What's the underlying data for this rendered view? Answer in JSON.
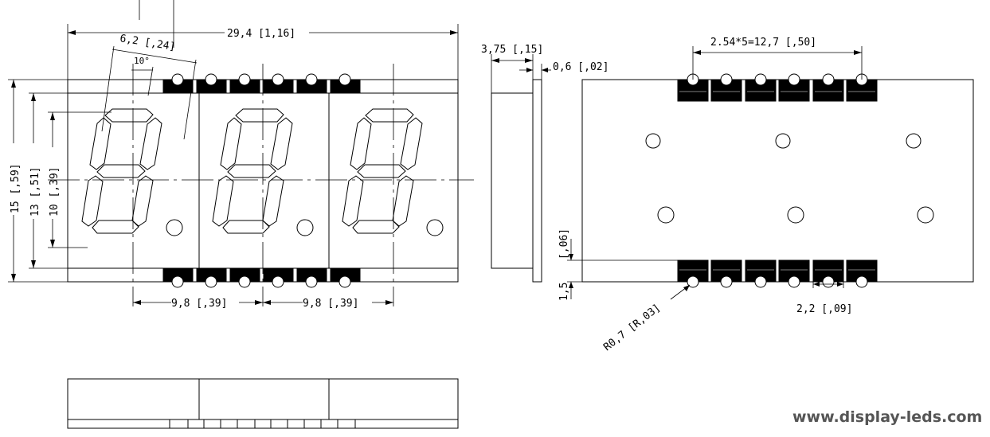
{
  "dimensions": {
    "overall_width": "29,4 [1,16]",
    "digit_width": "6,2 [,24]",
    "slant_angle": "10°",
    "height_total": "15 [,59]",
    "height_13": "13 [,51]",
    "height_10": "10 [,39]",
    "pitch_1": "9,8 [,39]",
    "pitch_2": "9,8 [,39]",
    "depth": "3,75 [,15]",
    "lead_thickness": "0,6 [,02]",
    "pin_pitch": "2.54*5=12,7 [,50]",
    "pad_offset": "[,06]",
    "pad_height": "1,5",
    "radius": "R0,7 [R,03]",
    "pad_width": "2,2 [,09]"
  },
  "watermark": "www.display-leds.com"
}
